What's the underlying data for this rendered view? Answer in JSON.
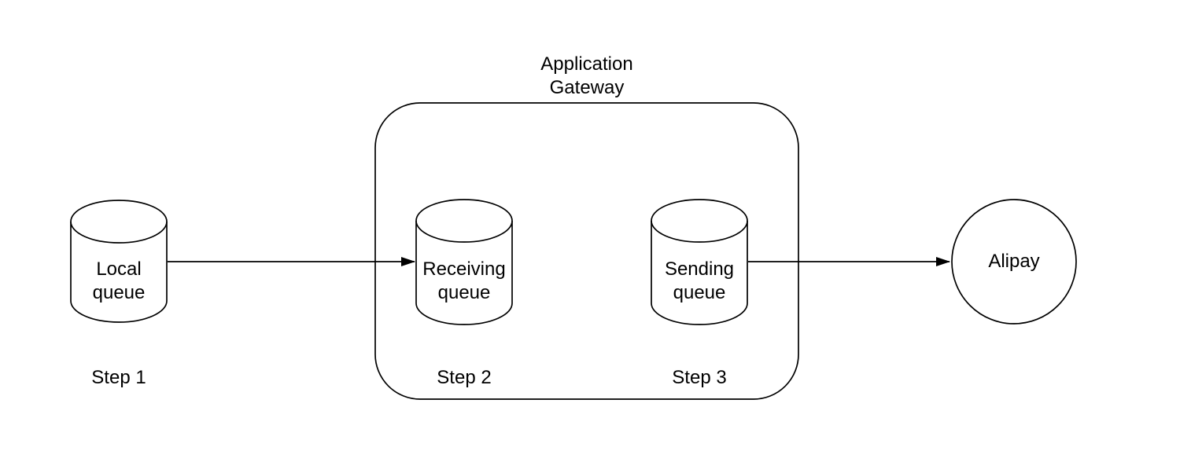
{
  "diagram": {
    "type": "flow-diagram",
    "colors": {
      "background": "#ffffff",
      "shape_fill": "#ffffff",
      "stroke": "#000000",
      "text": "#000000"
    },
    "gateway": {
      "line1": "Application",
      "line2": "Gateway"
    },
    "nodes": {
      "local_queue": {
        "shape": "cylinder",
        "line1": "Local",
        "line2": "queue",
        "step": "Step 1"
      },
      "receiving_queue": {
        "shape": "cylinder",
        "line1": "Receiving",
        "line2": "queue",
        "step": "Step 2"
      },
      "sending_queue": {
        "shape": "cylinder",
        "line1": "Sending",
        "line2": "queue",
        "step": "Step 3"
      },
      "alipay": {
        "shape": "circle",
        "label": "Alipay"
      }
    },
    "edges": [
      {
        "from": "Local queue",
        "to": "Receiving queue",
        "style": "solid-arrow"
      },
      {
        "from": "Sending queue",
        "to": "Alipay",
        "style": "solid-arrow"
      }
    ]
  }
}
